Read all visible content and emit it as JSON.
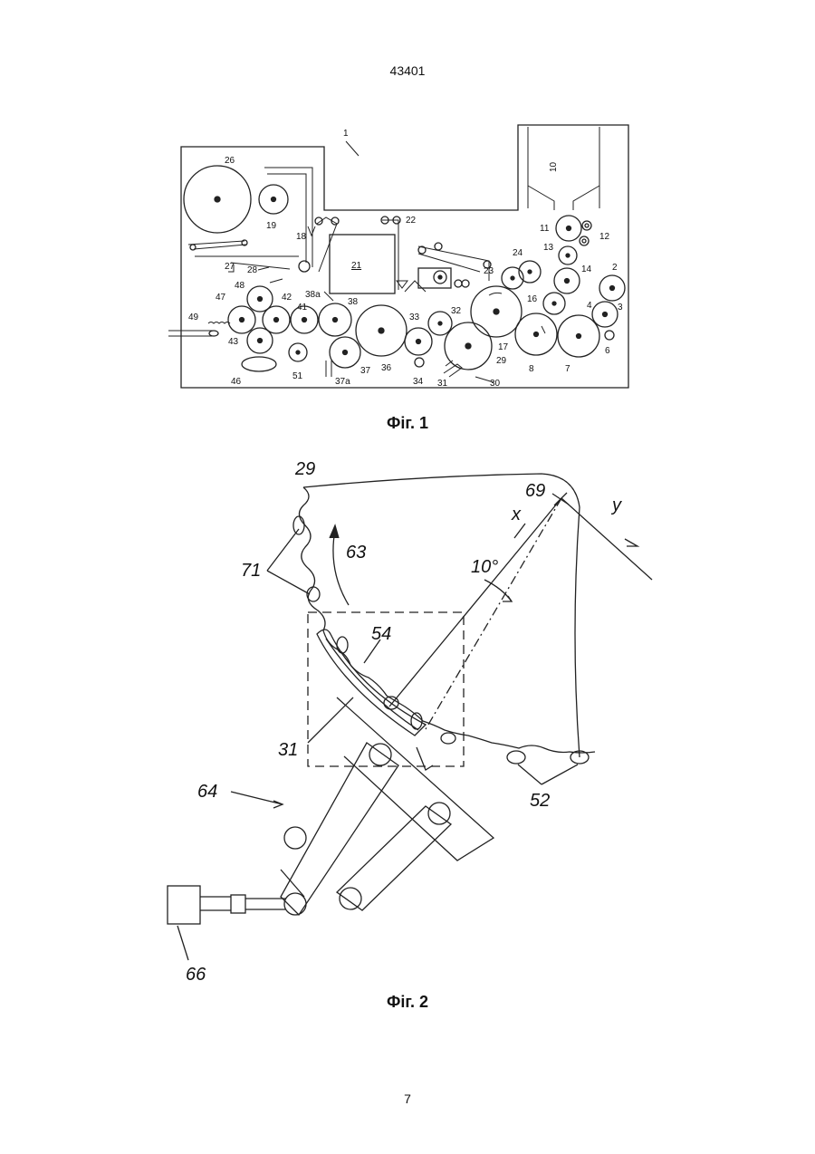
{
  "header": {
    "doc_number": "43401"
  },
  "figure1": {
    "caption": "Фіг. 1",
    "labels": {
      "l1": "1",
      "l2": "2",
      "l3": "3",
      "l4": "4",
      "l6": "6",
      "l7": "7",
      "l8": "8",
      "l10": "10",
      "l11": "11",
      "l12": "12",
      "l13": "13",
      "l14": "14",
      "l16": "16",
      "l17": "17",
      "l18": "18",
      "l19": "19",
      "l21": "21",
      "l22": "22",
      "l23": "23",
      "l24": "24",
      "l26": "26",
      "l27": "27",
      "l28": "28",
      "l29": "29",
      "l30": "30",
      "l31": "31",
      "l32": "32",
      "l33": "33",
      "l34": "34",
      "l36": "36",
      "l37": "37",
      "l37a": "37a",
      "l38": "38",
      "l38a": "38a",
      "l41": "41",
      "l42": "42",
      "l43": "43",
      "l46": "46",
      "l47": "47",
      "l48": "48",
      "l49": "49",
      "l51": "51"
    }
  },
  "figure2": {
    "caption": "Фіг. 2",
    "labels": {
      "l29": "29",
      "l69": "69",
      "lx": "x",
      "ly": "y",
      "l71": "71",
      "l63": "63",
      "angle": "10°",
      "l54": "54",
      "l31": "31",
      "l64": "64",
      "l52": "52",
      "l66": "66"
    }
  },
  "footer": {
    "page_number": "7"
  }
}
